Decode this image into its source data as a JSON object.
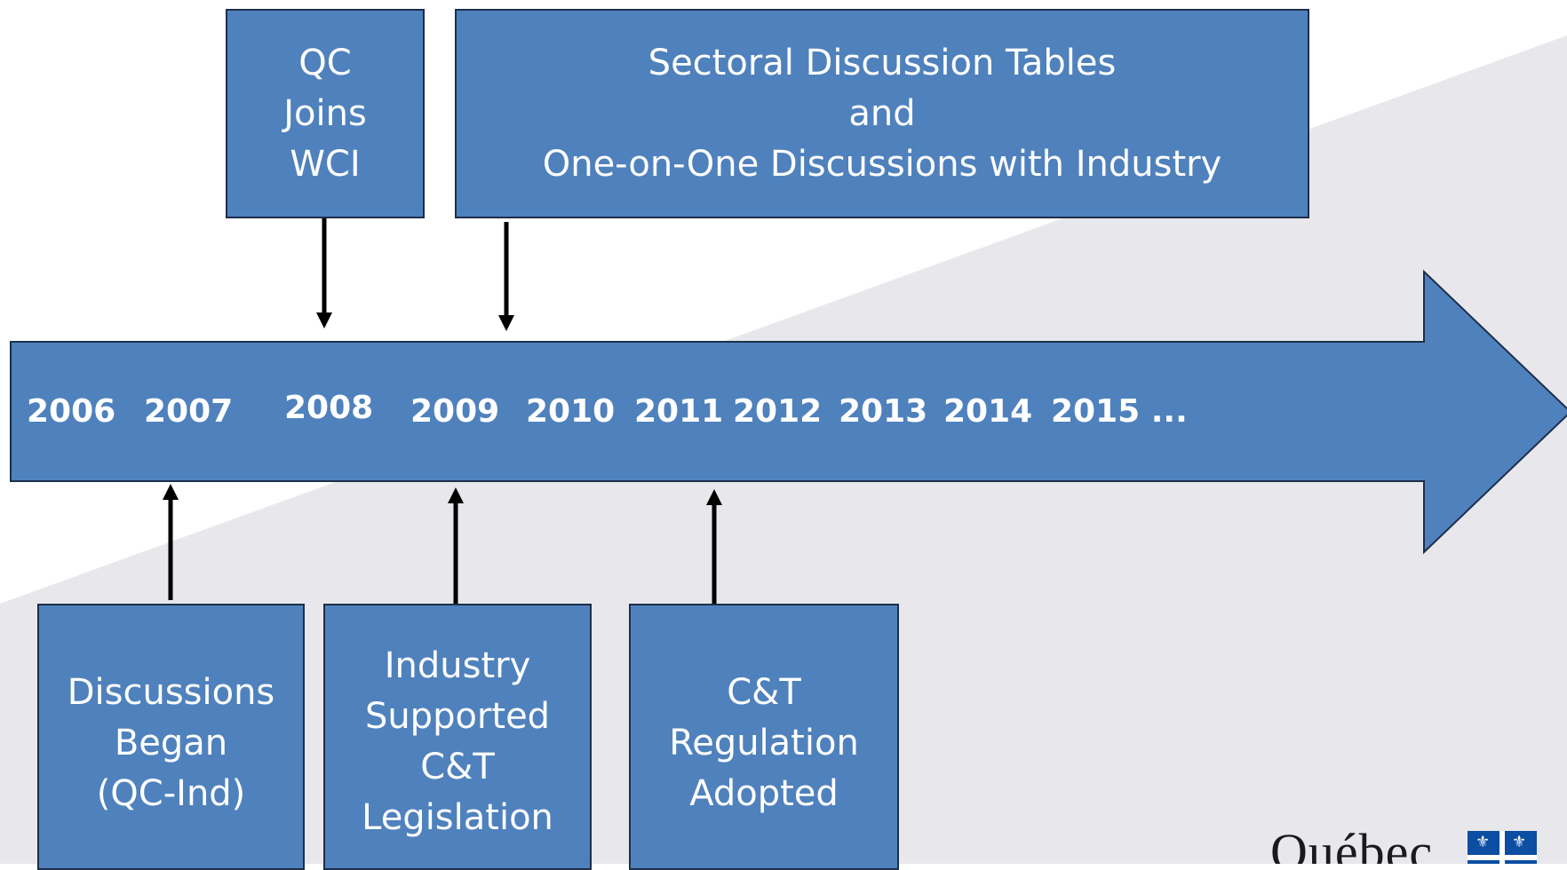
{
  "boxes": {
    "qc_joins": [
      "QC",
      "Joins",
      "WCI"
    ],
    "sectoral": [
      "Sectoral Discussion Tables",
      "and",
      "One-on-One Discussions with Industry"
    ],
    "discussions": [
      "Discussions",
      "Began",
      "(QC-Ind)"
    ],
    "industry": [
      "Industry",
      "Supported",
      "C&T",
      "Legislation"
    ],
    "regulation": [
      "C&T",
      "Regulation",
      "Adopted"
    ]
  },
  "timeline": {
    "years": [
      "2006",
      "2007",
      "2008",
      "2009",
      "2010",
      "2011",
      "2012",
      "2013",
      "2014",
      "2015 ..."
    ]
  },
  "logo": {
    "word": "Québec",
    "flag_symbol": "⚜"
  },
  "colors": {
    "box_fill": "#4f81bd",
    "box_border": "#1c2f4a",
    "background_shape": "#e8e8ec"
  }
}
